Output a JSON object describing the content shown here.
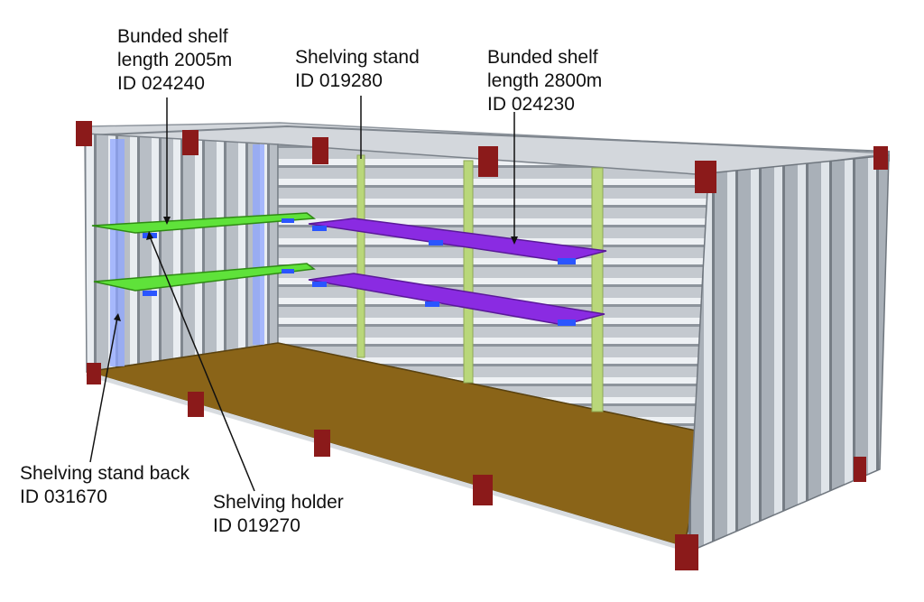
{
  "labels": {
    "bunded_shelf_short": {
      "line1": "Bunded shelf",
      "line2": "length 2005m",
      "line3": "ID 024240"
    },
    "shelving_stand": {
      "line1": "Shelving stand",
      "line2": "ID 019280"
    },
    "bunded_shelf_long": {
      "line1": "Bunded shelf",
      "line2": "length 2800m",
      "line3": "ID 024230"
    },
    "shelving_stand_back": {
      "line1": "Shelving stand back",
      "line2": "ID 031670"
    },
    "shelving_holder": {
      "line1": "Shelving holder",
      "line2": "ID 019270"
    }
  },
  "colors": {
    "container_metal": "#c8ccd1",
    "corner_casting": "#8b1a1a",
    "floor": "#8a6418",
    "shelf_green": "#5fe23a",
    "shelf_purple": "#8a2be2",
    "holder_blue": "#2a55ff",
    "stand_back_blue": "#8fa6ff",
    "stand_green": "#b9d77a"
  }
}
